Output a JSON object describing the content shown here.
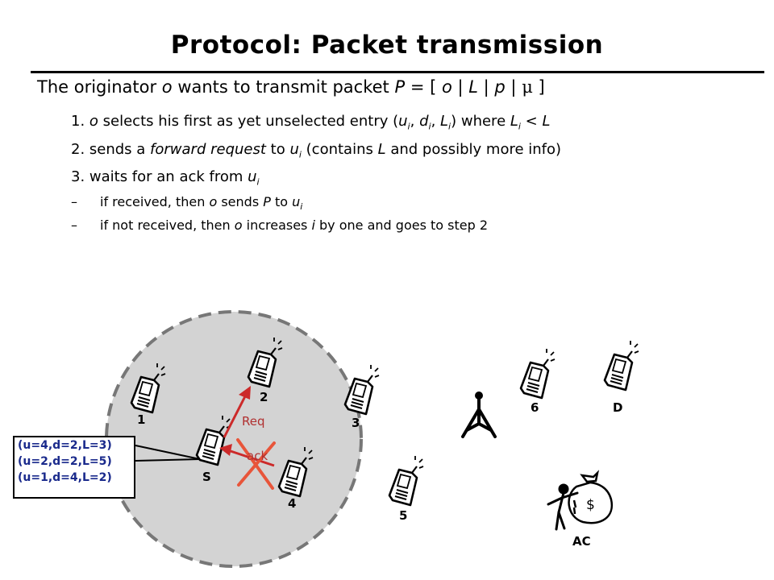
{
  "slide": {
    "title": "Protocol: Packet transmission",
    "main_line": {
      "prefix": "The originator ",
      "o": "o",
      "mid": " wants to transmit packet ",
      "P": "P",
      "eq": " = [ ",
      "o2": "o",
      "sep1": " | ",
      "L": "L",
      "sep2": " | ",
      "p": "p",
      "sep3": " | ",
      "mu": "μ",
      "end": " ]"
    },
    "step1": {
      "num": "1. ",
      "o": "o",
      "t1": " selects his first as yet unselected entry (",
      "u": "u",
      "i1": "i",
      "c1": ", ",
      "d": "d",
      "i2": "i",
      "c2": ", ",
      "L": "L",
      "i3": "i",
      "t2": ") where ",
      "L2": "L",
      "i4": "i",
      "lt": " < ",
      "L3": "L"
    },
    "step2": {
      "num": "2. sends a ",
      "fr": "forward request",
      "t1": " to ",
      "u": "u",
      "i": "i",
      "t2": " (contains ",
      "L": "L",
      "t3": " and possibly more info)"
    },
    "step3": {
      "t1": "3. waits for an ack from ",
      "u": "u",
      "i": "i"
    },
    "sub1": {
      "dash": "–",
      "t1": "if received, then ",
      "o": "o",
      "t2": " sends ",
      "P": "P",
      "t3": " to ",
      "u": "u",
      "i": "i"
    },
    "sub2": {
      "dash": "–",
      "t1": "if not received, then ",
      "o": "o",
      "t2": " increases ",
      "i": "i",
      "t3": " by one and goes to step 2"
    }
  },
  "diagram": {
    "nodes": {
      "n1": "1",
      "n2": "2",
      "n3": "3",
      "n4": "4",
      "n5": "5",
      "n6": "6",
      "nS": "S",
      "nD": "D",
      "nAC": "AC"
    },
    "req_label": "Req",
    "ack_label": "ack",
    "money": "$",
    "table": [
      "(u=4,d=2,L=3)",
      "(u=2,d=2,L=5)",
      "(u=1,d=4,L=2)"
    ],
    "colors": {
      "circle_fill": "#d3d3d3",
      "circle_stroke": "#777777",
      "arrow": "#cc2a2a",
      "cross": "#e8553a",
      "label_red": "#b03030",
      "table_text": "#1a2a8c"
    }
  }
}
